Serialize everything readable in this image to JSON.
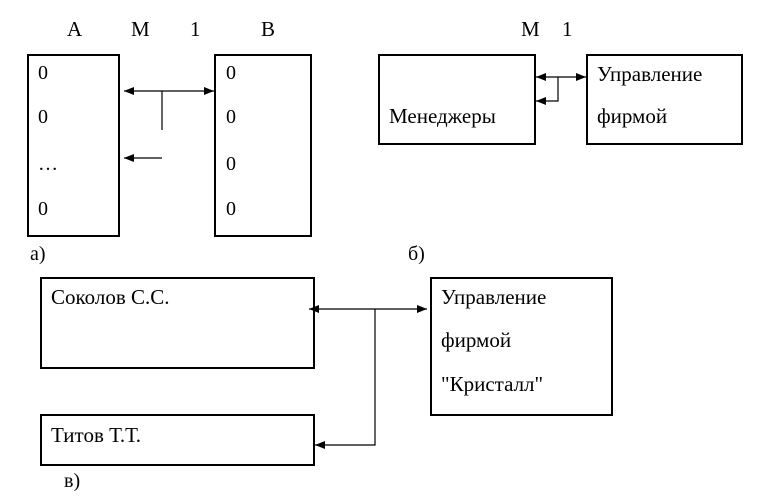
{
  "part_a": {
    "header_left": "А",
    "cardinality_many": "М",
    "cardinality_one": "1",
    "header_right": "В",
    "left_values": [
      "0",
      "0",
      "…",
      "0"
    ],
    "right_values": [
      "0",
      "0",
      "0",
      "0"
    ],
    "caption": "а)"
  },
  "part_b": {
    "cardinality_many": "М",
    "cardinality_one": "1",
    "left_entity": "Менеджеры",
    "right_entity_line1": "Управление",
    "right_entity_line2": "фирмой",
    "caption": "б)"
  },
  "part_c": {
    "manager_1": "Соколов С.С.",
    "manager_2": "Титов Т.Т.",
    "firm_line1": "Управление",
    "firm_line2": "фирмой",
    "firm_line3": "\"Кристалл\"",
    "caption": "в)"
  }
}
